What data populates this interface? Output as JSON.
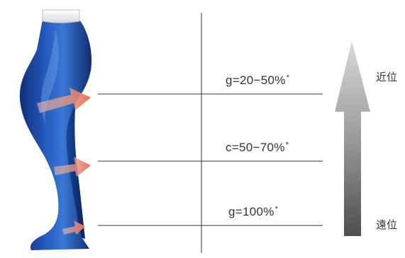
{
  "labels": {
    "level_1": {
      "value": "g=20−50%",
      "marker": "*"
    },
    "level_2": {
      "value": "c=50−70%",
      "marker": "*"
    },
    "level_3": {
      "value": "g=100%",
      "marker": "*"
    }
  },
  "arrow": {
    "top_label": "近位",
    "bottom_label": "遠位"
  },
  "colors": {
    "stocking_blue": "#1f4fa8",
    "compression_arrow": "#e7836a",
    "gradient_arrow_top": "#d6d6d6",
    "gradient_arrow_bottom": "#555555",
    "line": "#333333"
  }
}
